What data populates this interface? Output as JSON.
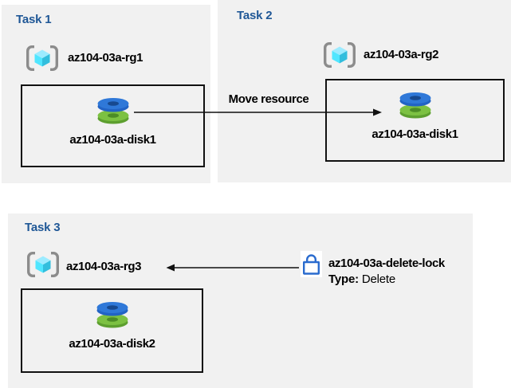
{
  "tasks": [
    {
      "title": "Task 1",
      "resource_group": "az104-03a-rg1",
      "disk": "az104-03a-disk1"
    },
    {
      "title": "Task 2",
      "resource_group": "az104-03a-rg2",
      "disk": "az104-03a-disk1"
    },
    {
      "title": "Task 3",
      "resource_group": "az104-03a-rg3",
      "disk": "az104-03a-disk2"
    }
  ],
  "move_arrow": {
    "label": "Move resource"
  },
  "lock": {
    "name": "az104-03a-delete-lock",
    "type_label": "Type:",
    "type_value": "Delete"
  },
  "icons": {
    "resource_group_icon": "azure-resource-group cube in brackets",
    "disk_icon": "stacked blue and green disk platters",
    "lock_icon": "blue outline padlock"
  },
  "colors": {
    "panel_background": "#f1f1f1",
    "task_title_blue": "#1f5796",
    "box_border": "#111111",
    "arrow": "#111111",
    "lock_blue": "#2a6bce",
    "disk_blue": "#2f78d8",
    "disk_blue_hole": "#17498f",
    "disk_green": "#7cc142",
    "disk_green_hole": "#4c8c26",
    "cube_top": "#9cebff",
    "cube_left": "#50e6ff",
    "cube_right": "#32bedd",
    "bracket_gray": "#8c8c8c"
  }
}
